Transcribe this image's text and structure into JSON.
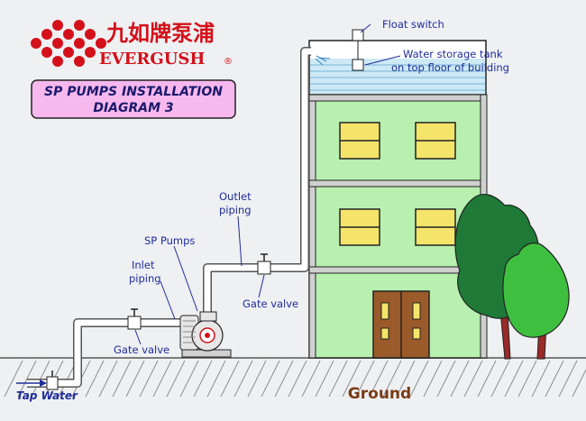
{
  "logo": {
    "chinese_name": "九如牌泵浦",
    "english_name": "EVERGUSH",
    "registered_mark": "®"
  },
  "title": {
    "line1": "SP PUMPS INSTALLATION",
    "line2": "DIAGRAM 3"
  },
  "labels": {
    "float_switch": "Float switch",
    "storage_tank_line1": "Water storage tank",
    "storage_tank_line2": "on top floor of building",
    "outlet_piping_line1": "Outlet",
    "outlet_piping_line2": "piping",
    "sp_pumps": "SP Pumps",
    "inlet_piping_line1": "Inlet",
    "inlet_piping_line2": "piping",
    "gate_valve_outlet": "Gate valve",
    "gate_valve_inlet": "Gate valve",
    "tap_water": "Tap Water",
    "ground": "Ground"
  },
  "colors": {
    "background": "#eef0f2",
    "building": "#b8f0b0",
    "window": "#f5e46a",
    "door": "#9a5a2a",
    "tree_dark": "#1e7a36",
    "tree_light": "#3fbf3f",
    "trunk": "#9a2a2a",
    "title_box": "#f7b8ee",
    "logo_red": "#d4101a",
    "label_blue": "#1f2c9a",
    "ground_text": "#7a3b16"
  }
}
